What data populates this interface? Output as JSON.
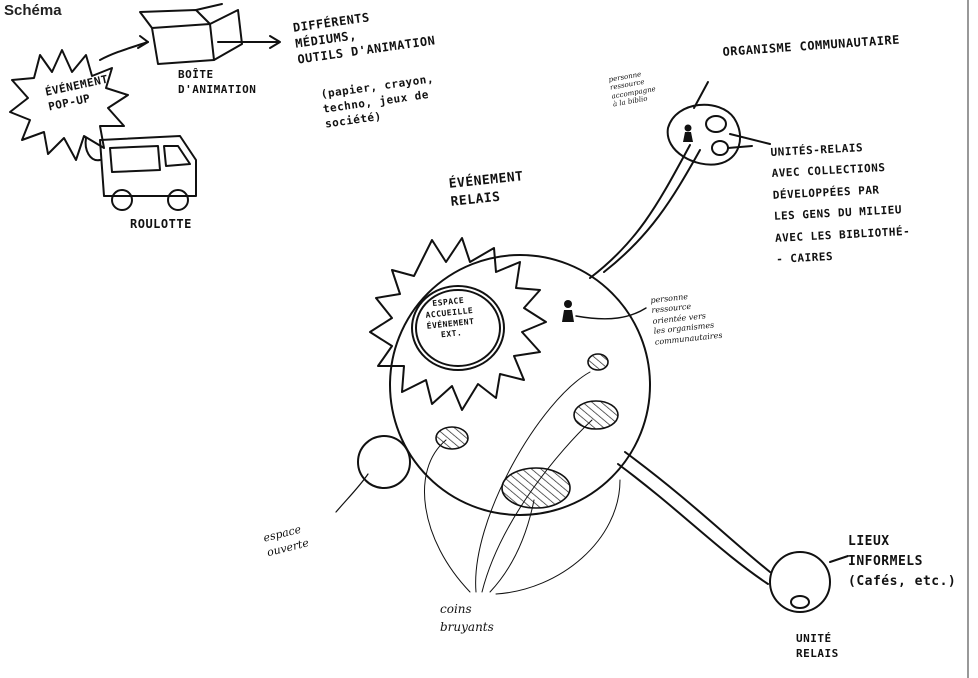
{
  "header": {
    "title": "Schéma"
  },
  "labels": {
    "pop_up_event": "ÉVÉNEMENT\nPOP-UP",
    "animation_box": "BOÎTE\nD'ANIMATION",
    "media_tools": "DIFFÉRENTS\nMÉDIUMS,\nOUTILS D'ANIMATION",
    "media_examples": "(papier, crayon,\ntechno, jeux de\nsociété)",
    "caravan": "ROULOTTE",
    "relay_event": "ÉVÉNEMENT\nRELAIS",
    "welcome_space": "ESPACE\nACCUEILLE\nÉVÉNEMENT\nEXT.",
    "community_org": "ORGANISME COMMUNAUTAIRE",
    "resource_person_top": "personne\nressource\naccompagne\nà la biblio",
    "relay_units": "UNITÉS-RELAIS\nAVEC COLLECTIONS\nDÉVELOPPÉES PAR\nLES GENS DU MILIEU\nAVEC LES BIBLIOTHÉ-\n- CAIRES",
    "resource_person_mid": "personne\nressource\norientée vers\nles organismes\ncommunautaires",
    "open_space": "espace\nouverte",
    "noisy_corners": "coins\nbruyants",
    "informal_places": "LIEUX\nINFORMELS\n(Cafés, etc.)",
    "relay_unit": "UNITÉ\nRELAIS"
  }
}
